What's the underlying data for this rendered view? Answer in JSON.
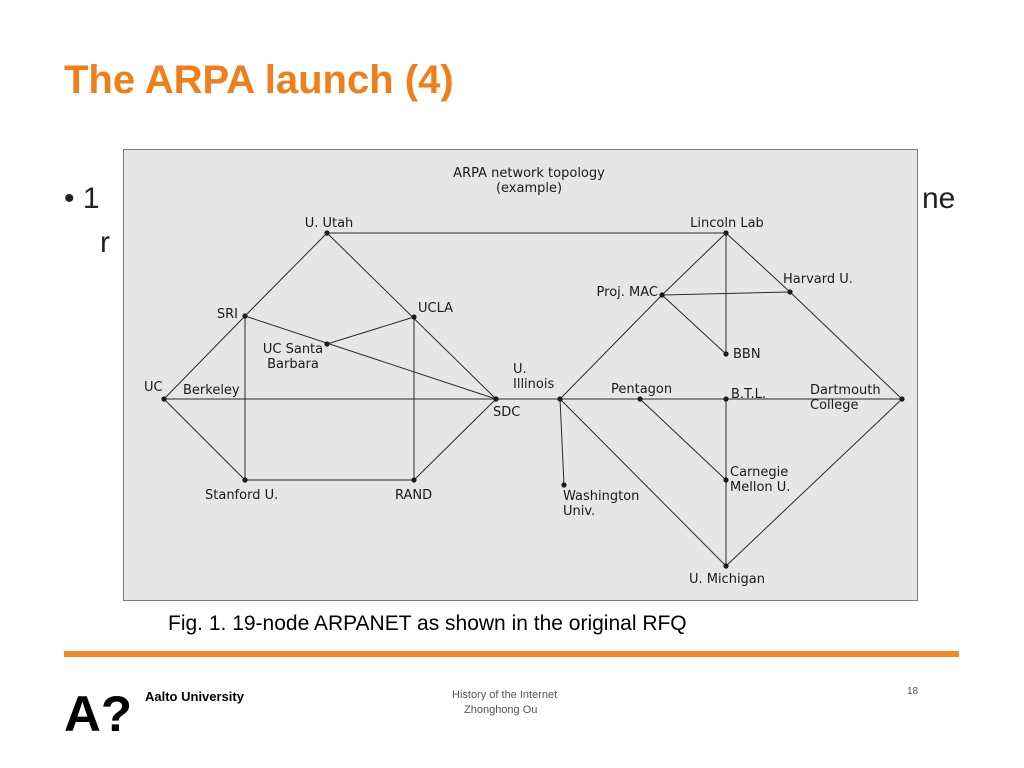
{
  "slide": {
    "title": "The ARPA launch (4)",
    "bullet_line1_left": "• 1",
    "bullet_line1_right": "ne",
    "bullet_line2": "r"
  },
  "diagram": {
    "title_line1": "ARPA network topology",
    "title_line2": "(example)",
    "nodes": [
      {
        "id": "utah",
        "lines": [
          "U. Utah"
        ]
      },
      {
        "id": "sri",
        "lines": [
          "SRI"
        ]
      },
      {
        "id": "ucla",
        "lines": [
          "UCLA"
        ]
      },
      {
        "id": "ucsb",
        "lines": [
          "UC Santa",
          "Barbara"
        ]
      },
      {
        "id": "ucb",
        "lines": [
          "UC",
          "Berkeley"
        ]
      },
      {
        "id": "sdc",
        "lines": [
          "SDC"
        ]
      },
      {
        "id": "stanford",
        "lines": [
          "Stanford U."
        ]
      },
      {
        "id": "rand",
        "lines": [
          "RAND"
        ]
      },
      {
        "id": "illinois",
        "lines": [
          "U.",
          "Illinois"
        ]
      },
      {
        "id": "washington",
        "lines": [
          "Washington",
          "Univ."
        ]
      },
      {
        "id": "lincoln",
        "lines": [
          "Lincoln Lab"
        ]
      },
      {
        "id": "projmac",
        "lines": [
          "Proj. MAC"
        ]
      },
      {
        "id": "harvard",
        "lines": [
          "Harvard U."
        ]
      },
      {
        "id": "bbn",
        "lines": [
          "BBN"
        ]
      },
      {
        "id": "pentagon",
        "lines": [
          "Pentagon"
        ]
      },
      {
        "id": "btl",
        "lines": [
          "B.T.L."
        ]
      },
      {
        "id": "dartmouth",
        "lines": [
          "Dartmouth",
          "College"
        ]
      },
      {
        "id": "cmu",
        "lines": [
          "Carnegie",
          "Mellon U."
        ]
      },
      {
        "id": "michigan",
        "lines": [
          "U. Michigan"
        ]
      }
    ],
    "edges": [
      [
        "utah",
        "sri"
      ],
      [
        "utah",
        "sdc"
      ],
      [
        "utah",
        "lincoln"
      ],
      [
        "sri",
        "ucb"
      ],
      [
        "sri",
        "stanford"
      ],
      [
        "sri",
        "sdc"
      ],
      [
        "ucsb",
        "ucla"
      ],
      [
        "ucla",
        "rand"
      ],
      [
        "ucb",
        "stanford"
      ],
      [
        "ucb",
        "sdc"
      ],
      [
        "stanford",
        "rand"
      ],
      [
        "rand",
        "sdc"
      ],
      [
        "sdc",
        "illinois"
      ],
      [
        "illinois",
        "projmac"
      ],
      [
        "illinois",
        "washington"
      ],
      [
        "illinois",
        "michigan"
      ],
      [
        "illinois",
        "dartmouth"
      ],
      [
        "lincoln",
        "projmac"
      ],
      [
        "lincoln",
        "harvard"
      ],
      [
        "lincoln",
        "bbn"
      ],
      [
        "projmac",
        "harvard"
      ],
      [
        "projmac",
        "bbn"
      ],
      [
        "harvard",
        "dartmouth"
      ],
      [
        "pentagon",
        "cmu"
      ],
      [
        "btl",
        "cmu"
      ],
      [
        "cmu",
        "michigan"
      ],
      [
        "michigan",
        "dartmouth"
      ]
    ]
  },
  "caption": "Fig. 1. 19-node ARPANET as shown in the original RFQ",
  "footer": {
    "logo_text": "A?",
    "university": "Aalto University",
    "course": "History of the Internet",
    "author": "Zhonghong Ou",
    "page_number": "18"
  }
}
